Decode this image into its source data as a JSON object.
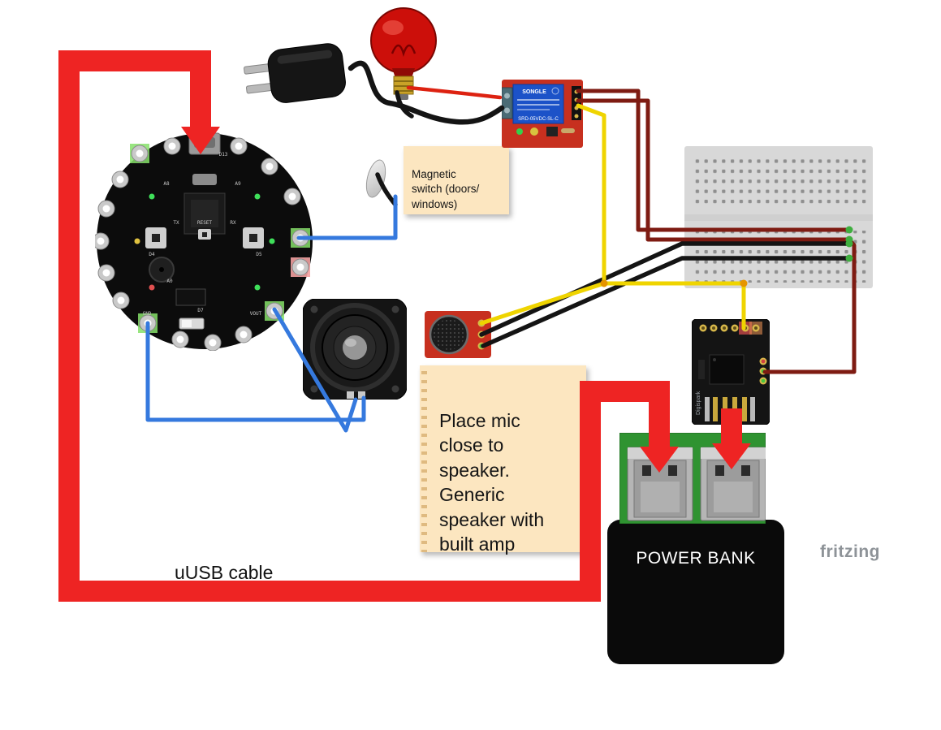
{
  "colors": {
    "cable_red": "#ee2423",
    "wire_yellow": "#efd400",
    "wire_blue": "#3579de",
    "wire_black": "#141414",
    "wire_dark_red": "#7e1b12",
    "wire_red": "#dd2211",
    "note_bg": "#fce6c0",
    "note_edge": "#dfba80",
    "breadboard": "#d8d8d8",
    "pcb_red": "#c7301f",
    "pcb_green": "#2f9331",
    "relay_blue": "#1c52c8",
    "power_bank_bg": "#0a0a0a",
    "fritzing_gray": "#8e9398"
  },
  "labels": {
    "uusb_cable": "uUSB cable",
    "fritzing": "fritzing"
  },
  "power_bank": {
    "label": "POWER BANK"
  },
  "notes": {
    "magnetic_switch": "Magnetic\nswitch (doors/\nwindows)",
    "mic": "Place mic\nclose to\nspeaker.\nGeneric\nspeaker with\nbuilt amp"
  },
  "relay": {
    "brand": "SONGLE",
    "model": "SRD-05VDC-SL-C"
  },
  "digispark": {
    "label": "Digispark"
  },
  "playground": {
    "labels": [
      "D13",
      "A8",
      "A9",
      "TX",
      "RESET",
      "RX",
      "D4",
      "D5",
      "A0",
      "D7",
      "GND",
      "VOUT"
    ]
  }
}
